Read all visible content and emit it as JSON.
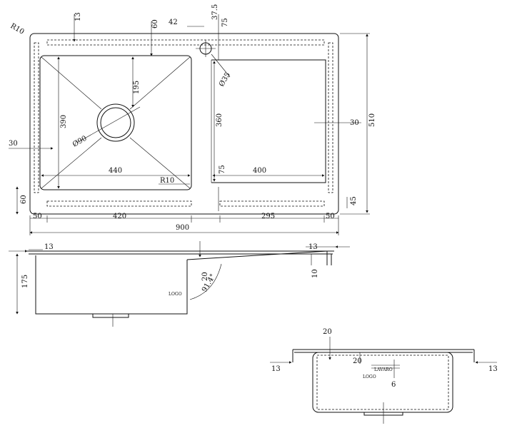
{
  "top_view": {
    "labels": {
      "r10_corner": "R10",
      "d13_top": "13",
      "d60_top": "60",
      "d42": "42",
      "d37_5": "37.5",
      "d75_top": "75",
      "phi35": "Ø35",
      "d195": "195",
      "d390": "390",
      "phi90": "Ø90",
      "d360": "360",
      "d30_right": "30",
      "d510": "510",
      "d30_left": "30",
      "d440": "440",
      "d75_mid": "75",
      "d400": "400",
      "r10_bowl": "R10",
      "d60_left": "60",
      "d45": "45",
      "d50_left": "50",
      "d420": "420",
      "d295": "295",
      "d50_right": "50",
      "d900": "900"
    }
  },
  "side_view": {
    "labels": {
      "d13_left": "13",
      "d175": "175",
      "d20": "20",
      "angle": "91.4°",
      "logo": "LOGO",
      "d13_right": "13",
      "d10": "10"
    }
  },
  "end_view": {
    "labels": {
      "d20_top": "20",
      "d13_left": "13",
      "d20_inner": "20",
      "logo": "LOGO",
      "brand": "LAVARO",
      "d6": "6",
      "d13_right": "13"
    }
  }
}
